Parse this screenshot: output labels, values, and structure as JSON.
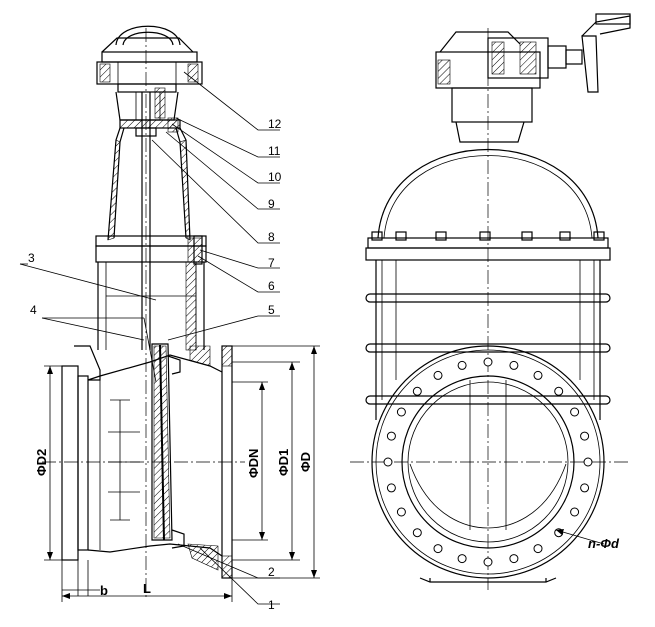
{
  "part_numbers": [
    "1",
    "2",
    "3",
    "4",
    "5",
    "6",
    "7",
    "8",
    "9",
    "10",
    "11",
    "12"
  ],
  "dimensions": {
    "d2": "ΦD2",
    "dn": "ΦDN",
    "d1": "ΦD1",
    "d": "ΦD",
    "b": "b",
    "l": "L",
    "bolt_hole": "n-Φd"
  }
}
